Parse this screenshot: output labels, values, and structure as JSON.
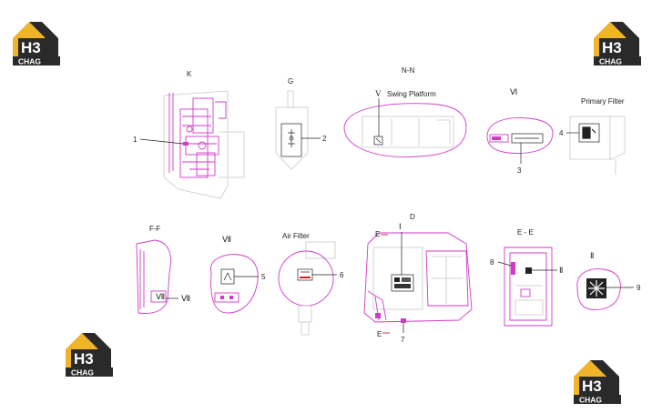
{
  "logo": {
    "mark": "H3",
    "word": "CHAG"
  },
  "sections": {
    "k": "K",
    "g": "G",
    "nn": "N-N",
    "v": "V",
    "swing": "Swing Platform",
    "vi": "Ⅵ",
    "primary": "Primary  Filter",
    "ff": "F-F",
    "vii": "Ⅶ",
    "air": "Air  Filter",
    "d": "D",
    "ee": "E - E",
    "ii": "Ⅱ",
    "e_top": "E",
    "e_bottom": "E",
    "i_mark": "Ⅰ",
    "ii_inner": "Ⅱ",
    "vii_inner": "Ⅶ"
  },
  "callouts": [
    "1",
    "2",
    "3",
    "4",
    "5",
    "6",
    "7",
    "8",
    "9"
  ],
  "colors": {
    "accent": "#d23ac8",
    "logo_gold": "#f0b429",
    "logo_dark": "#2a2a2a"
  }
}
